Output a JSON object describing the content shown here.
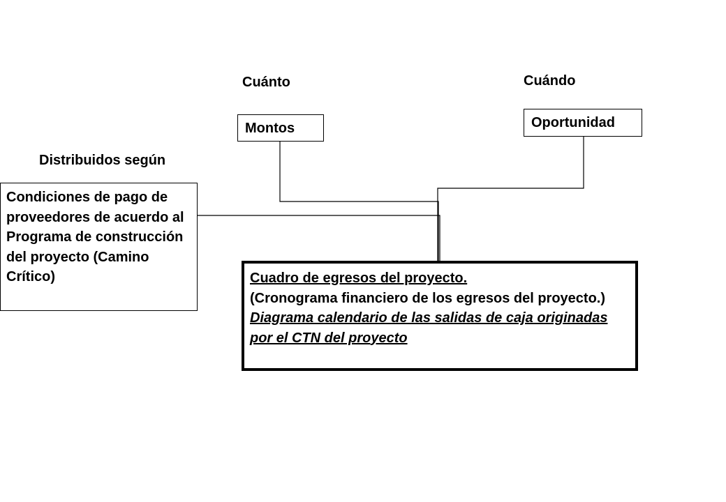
{
  "headers": {
    "cuanto": "Cuánto",
    "cuando": "Cuándo",
    "distribuidos": "Distribuidos según"
  },
  "boxes": {
    "montos": "Montos",
    "oportunidad": "Oportunidad",
    "condiciones": "Condiciones de pago de proveedores de acuerdo al Programa de construcción del proyecto (Camino Crítico)",
    "cuadro": {
      "line1": "Cuadro de egresos del proyecto.",
      "line2": "(Cronograma financiero de los egresos del proyecto.)",
      "line3": "Diagrama calendario de las salidas de caja originadas por el CTN del proyecto"
    }
  }
}
